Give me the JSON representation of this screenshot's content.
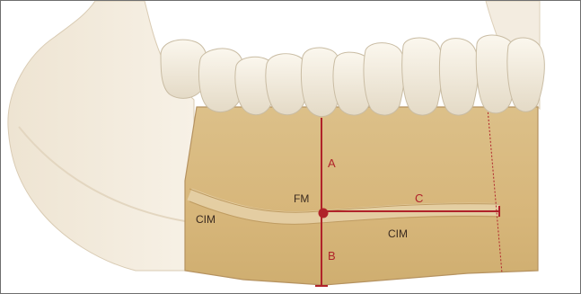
{
  "labels": {
    "a": "A",
    "b": "B",
    "c": "C",
    "fm": "FM",
    "cim_left": "CIM",
    "cim_right": "CIM"
  },
  "colors": {
    "line_red": "#b0232a",
    "bone_tan": "#dcc086",
    "bone_light": "#ead7b3",
    "tooth": "#f1eadb",
    "background_bone": "#f6f0e4"
  }
}
